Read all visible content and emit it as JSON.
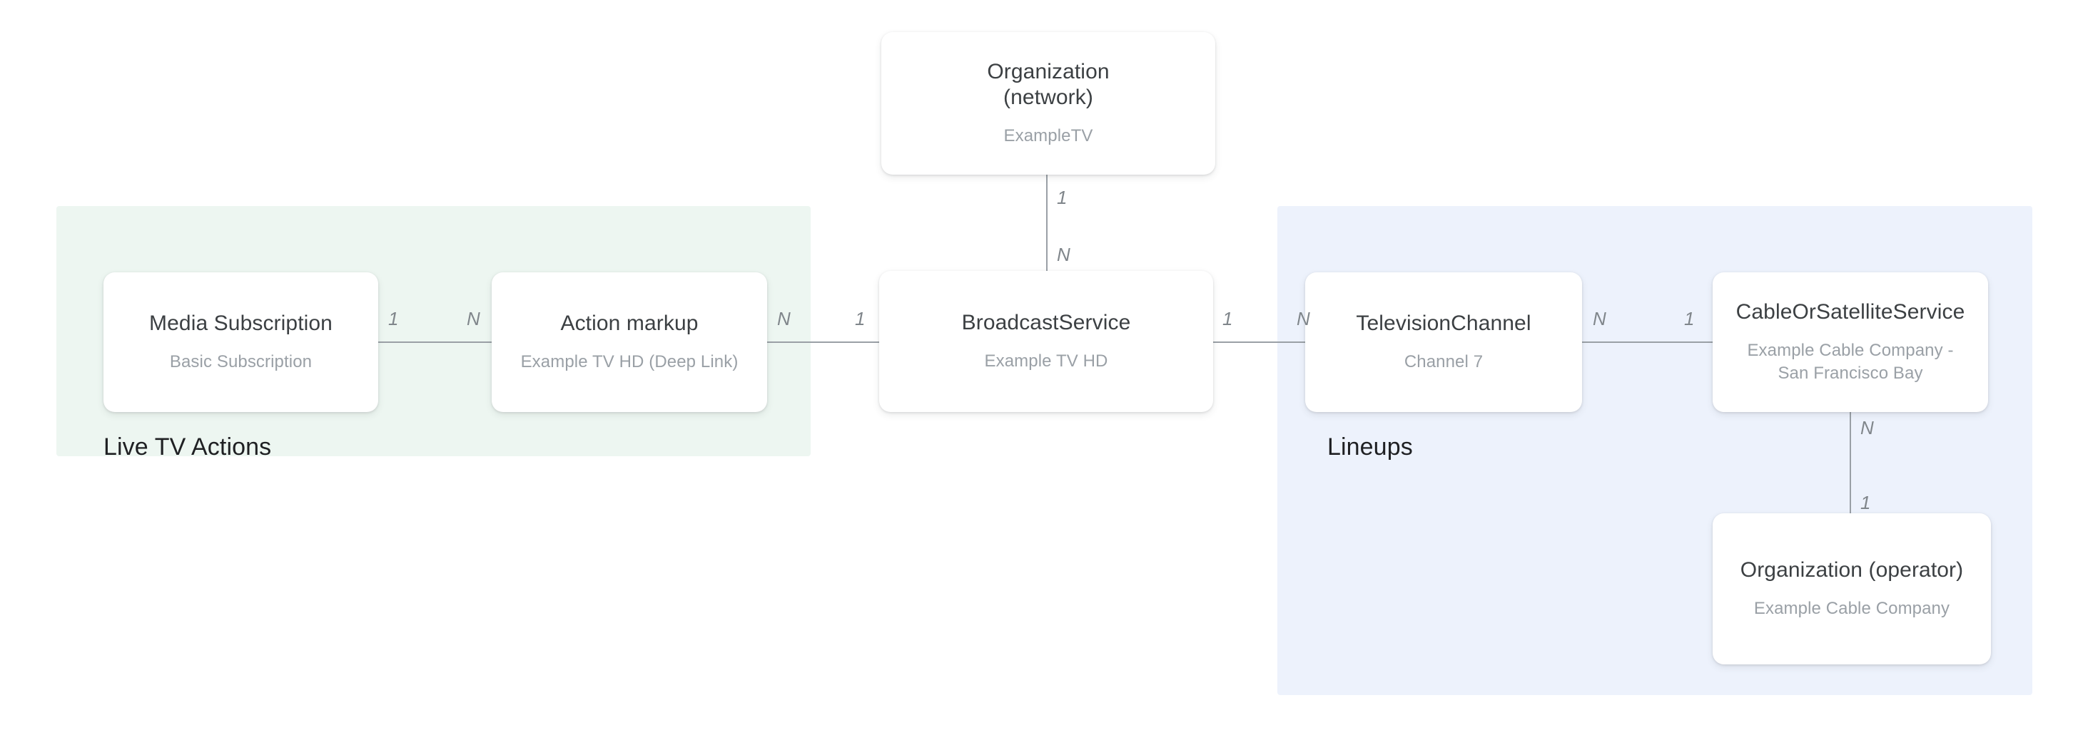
{
  "panels": [
    {
      "id": "live",
      "title": "Live TV Actions",
      "color": "#edf6f1"
    },
    {
      "id": "lineups",
      "title": "Lineups",
      "color": "#edf2fc"
    }
  ],
  "cards": [
    {
      "id": "org-network",
      "title": "Organization\n(network)",
      "title_line1": "Organization",
      "title_line2": "(network)",
      "subtitle": "ExampleTV"
    },
    {
      "id": "media-sub",
      "title": "Media Subscription",
      "subtitle": "Basic Subscription"
    },
    {
      "id": "action-markup",
      "title": "Action markup",
      "subtitle": "Example TV HD (Deep Link)"
    },
    {
      "id": "broadcast",
      "title": "BroadcastService",
      "subtitle": "Example TV HD"
    },
    {
      "id": "tv-channel",
      "title": "TelevisionChannel",
      "subtitle": "Channel 7"
    },
    {
      "id": "cable-sat",
      "title": "CableOrSatelliteService",
      "subtitle_line1": "Example Cable Company -",
      "subtitle_line2": "San Francisco Bay"
    },
    {
      "id": "org-operator",
      "title": "Organization (operator)",
      "subtitle": "Example Cable Company"
    }
  ],
  "edge_labels": {
    "media_to_action_left": "1",
    "media_to_action_right": "N",
    "action_to_broadcast_left": "N",
    "action_to_broadcast_right": "1",
    "broadcast_to_tvchannel_left": "1",
    "broadcast_to_tvchannel_right": "N",
    "tvchannel_to_cable_left": "N",
    "tvchannel_to_cable_right": "1",
    "org_to_broadcast_top": "1",
    "org_to_broadcast_bottom": "N",
    "cable_to_operator_top": "N",
    "cable_to_operator_bottom": "1"
  },
  "colors": {
    "panel_live_bg": "#edf6f1",
    "panel_lineups_bg": "#edf2fc",
    "card_bg": "#ffffff",
    "card_title": "#3c4043",
    "card_subtitle": "#9aa0a6",
    "edge_line": "#9aa0a6",
    "panel_title": "#1f2023"
  }
}
